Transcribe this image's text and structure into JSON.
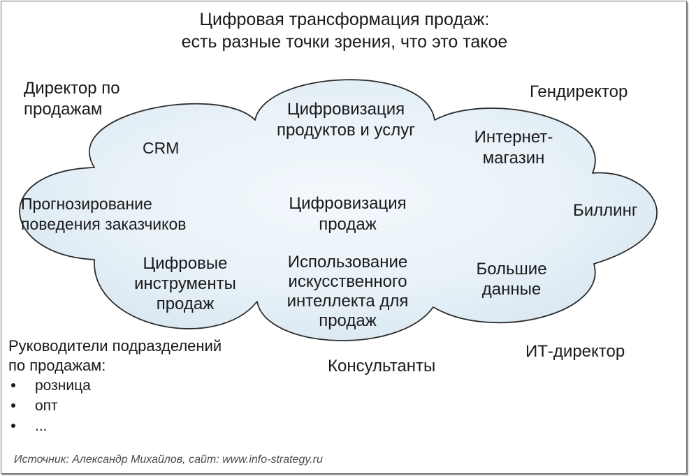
{
  "title": {
    "line1": "Цифровая трансформация продаж:",
    "line2": "есть разные точки зрения, что это такое"
  },
  "colors": {
    "cloud_fill_light": "#f3f8fc",
    "cloud_fill_dark": "#d7e6f1",
    "cloud_outline": "#2b2b2b",
    "frame_border": "#6f6f6f",
    "source_text": "#4a4a4a"
  },
  "roles": {
    "sales_director": [
      "Директор по",
      "продажам"
    ],
    "ceo": "Гендиректор",
    "it_director": "ИТ-директор",
    "consultants": "Консультанты",
    "unit_heads": {
      "heading": [
        "Руководители  подразделений",
        "по продажам:"
      ],
      "items": [
        "розница",
        "опт",
        "..."
      ]
    }
  },
  "cloud": {
    "crm": "CRM",
    "digitization_products": [
      "Цифровизация",
      "продуктов и услуг"
    ],
    "online_store": [
      "Интернет-",
      "магазин"
    ],
    "customer_forecasting": [
      "Прогнозирование",
      "поведения заказчиков"
    ],
    "digitization_sales": [
      "Цифровизация",
      "продаж"
    ],
    "billing": "Биллинг",
    "digital_tools": [
      "Цифровые",
      "инструменты",
      "продаж"
    ],
    "ai_usage": [
      "Использование",
      "искусственного",
      "интеллекта для",
      "продаж"
    ],
    "big_data": [
      "Большие",
      "данные"
    ]
  },
  "source": "Источник: Александр Михайлов, сайт: www.info-strategy.ru"
}
